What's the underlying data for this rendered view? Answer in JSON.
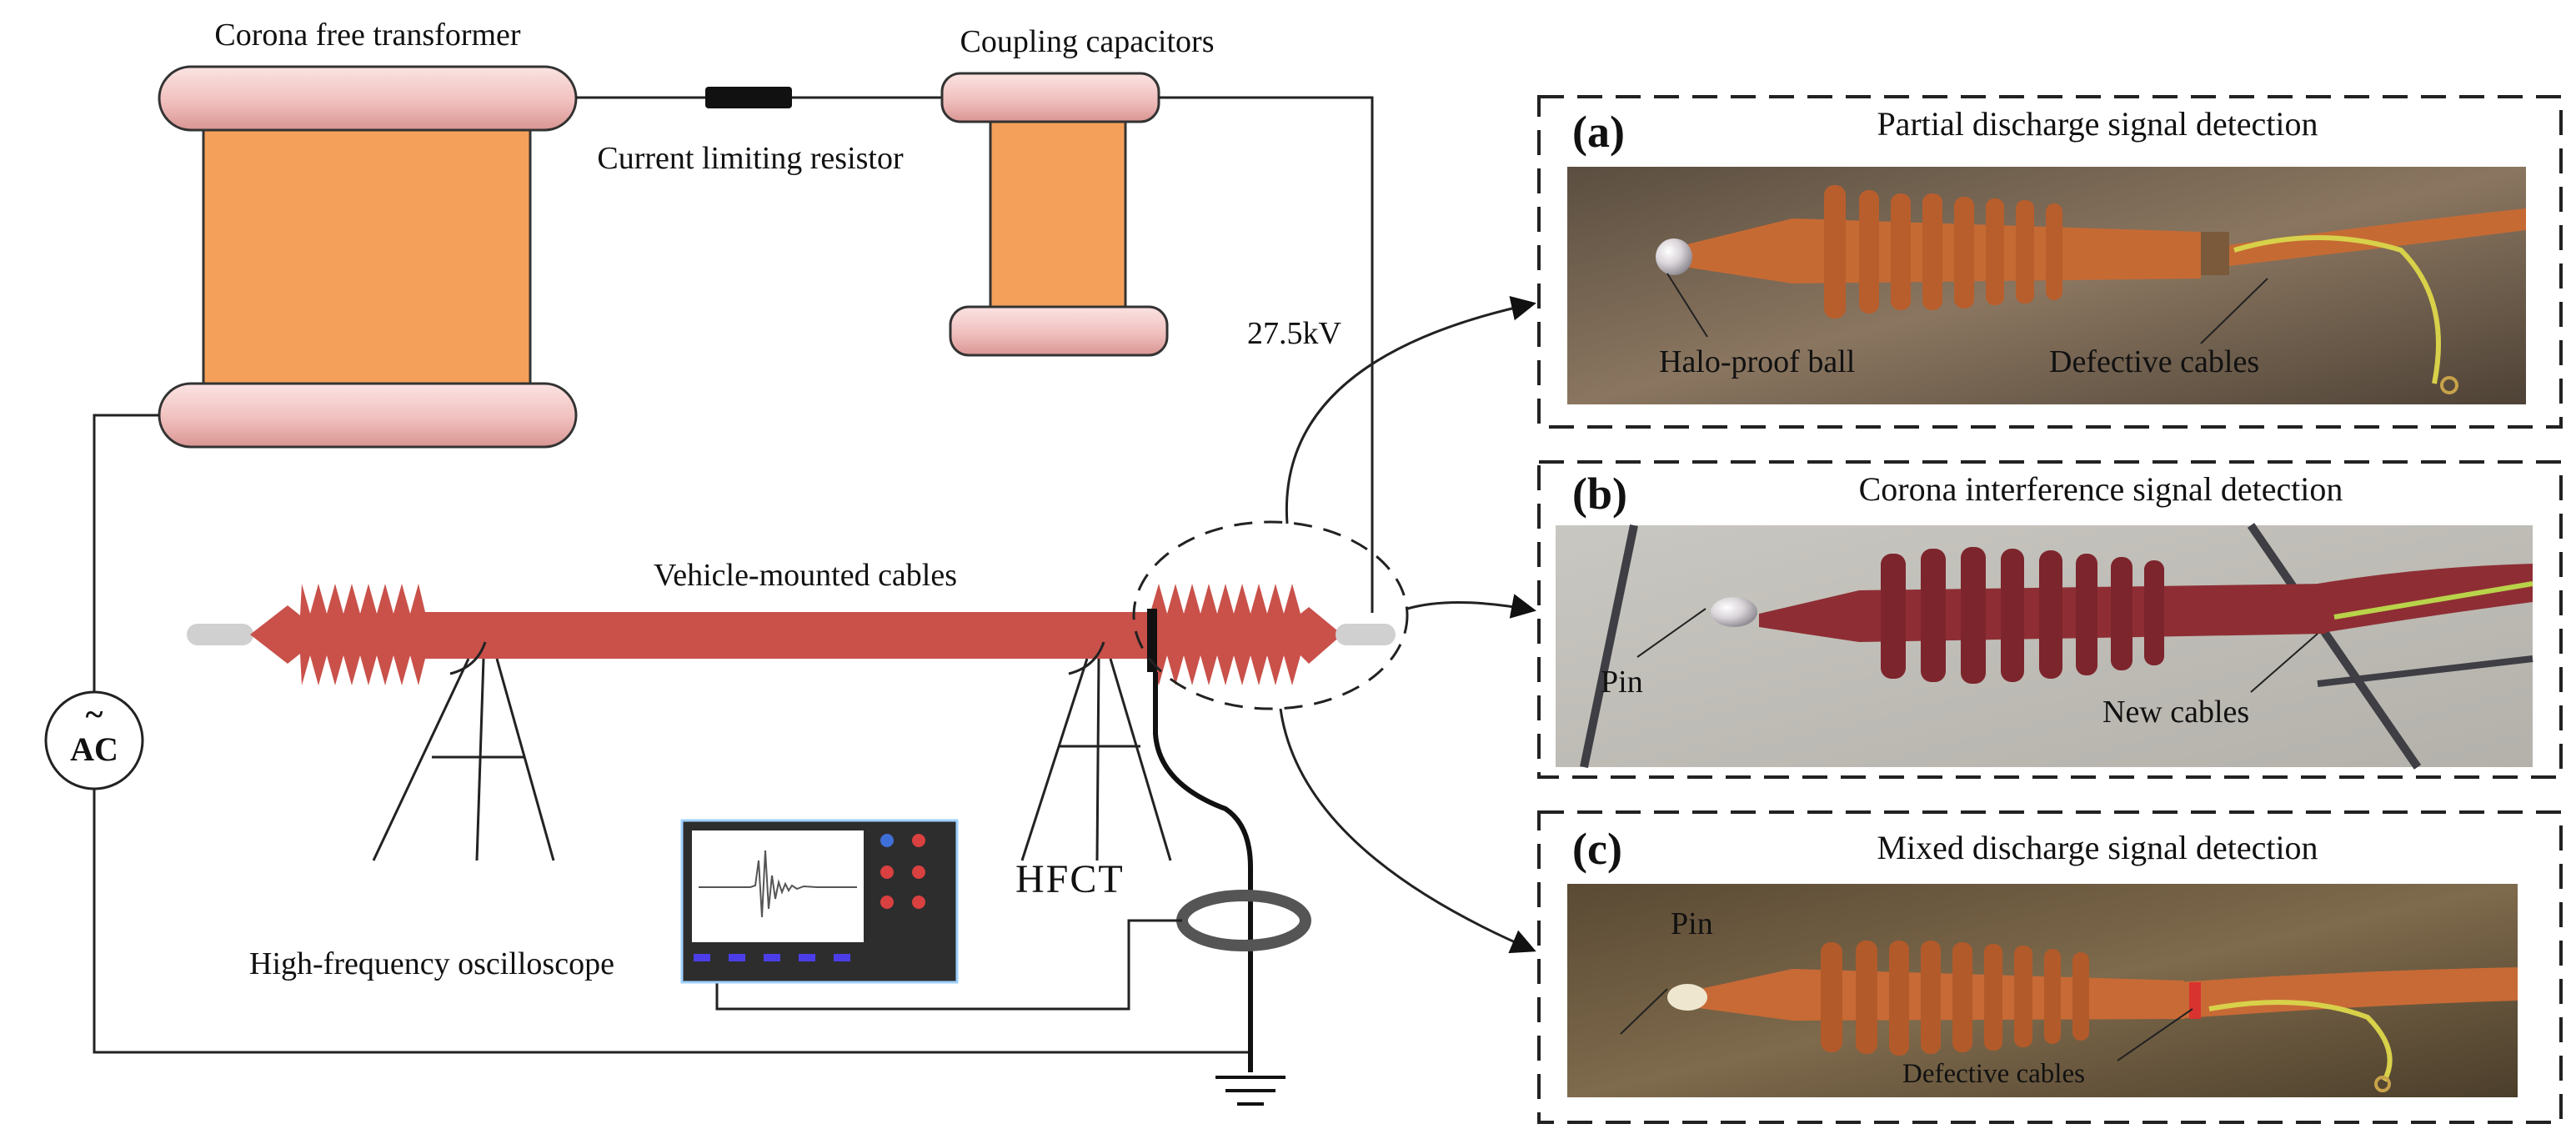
{
  "source": {
    "transformer_label": "Corona free transformer",
    "resistor_label": "Current limiting resistor",
    "capacitor_label": "Coupling capacitors",
    "voltage_label": "27.5kV",
    "ac_symbol": "~",
    "ac_label": "AC"
  },
  "cable": {
    "label": "Vehicle-mounted cables"
  },
  "measurement": {
    "oscilloscope_label": "High-frequency oscilloscope",
    "hfct_label": "HFCT"
  },
  "panels": [
    {
      "letter": "(a)",
      "title": "Partial discharge signal detection",
      "labels": [
        "Halo-proof ball",
        "Defective cables"
      ],
      "body_color": "#c66a34"
    },
    {
      "letter": "(b)",
      "title": "Corona interference signal detection",
      "labels": [
        "Pin",
        "New cables"
      ],
      "body_color": "#8e2e34"
    },
    {
      "letter": "(c)",
      "title": "Mixed discharge signal detection",
      "labels": [
        "Pin",
        "Defective cables"
      ],
      "body_color": "#c86a36"
    }
  ],
  "colors": {
    "core": "#f4a05a",
    "disc": "#f2c6c4",
    "cable": "#c9514a",
    "scope_dot_blue": "#3f6fd8",
    "scope_dot_red": "#d94040",
    "scope_bar": "#4b3ee8"
  }
}
